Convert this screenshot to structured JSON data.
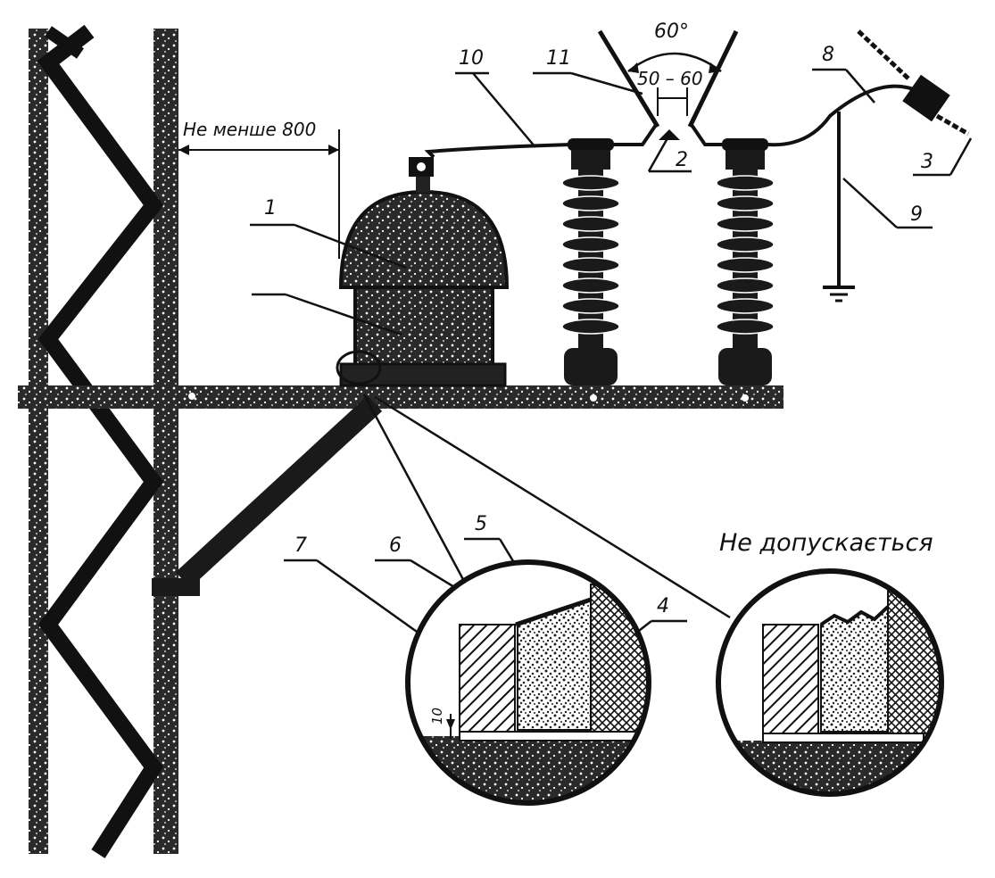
{
  "labels": {
    "n1": "1",
    "n2": "2",
    "n3": "3",
    "n4": "4",
    "n5": "5",
    "n6": "6",
    "n7": "7",
    "n8": "8",
    "n9": "9",
    "n10": "10",
    "n11": "11"
  },
  "dimensions": {
    "min_distance": "Не менше 800",
    "angle": "60°",
    "gap": "50 – 60",
    "clearance": "10"
  },
  "note": "Не допускається",
  "colors": {
    "ink": "#111111",
    "paper": "#ffffff"
  }
}
